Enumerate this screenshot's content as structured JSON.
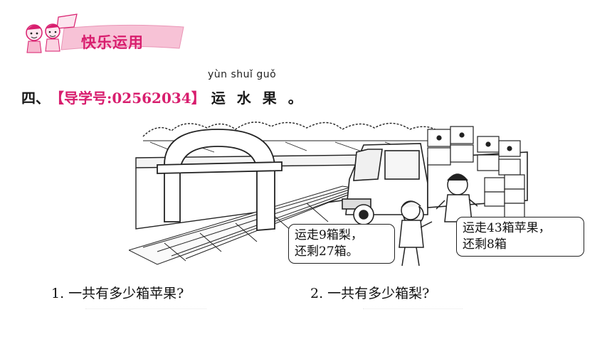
{
  "banner": {
    "title": "快乐运用",
    "colors": {
      "accent": "#d81e6e",
      "ribbon": "#f7b8cf"
    }
  },
  "question": {
    "number": "四、",
    "reference": "【导学号:02562034】",
    "pinyin": "yùn shuǐ guǒ",
    "title": "运水果。"
  },
  "scene": {
    "icons": [
      "archway-gate",
      "delivery-truck",
      "fruit-crates",
      "boy-left",
      "boy-right",
      "tree-line"
    ]
  },
  "bubbles": {
    "left": {
      "line1": "运走9箱梨，",
      "line2": "还剩27箱。"
    },
    "right": {
      "line1": "运走43箱苹果，",
      "line2": "还剩8箱"
    }
  },
  "sub_questions": [
    {
      "text": "1. 一共有多少箱苹果?"
    },
    {
      "text": "2. 一共有多少箱梨?"
    }
  ]
}
